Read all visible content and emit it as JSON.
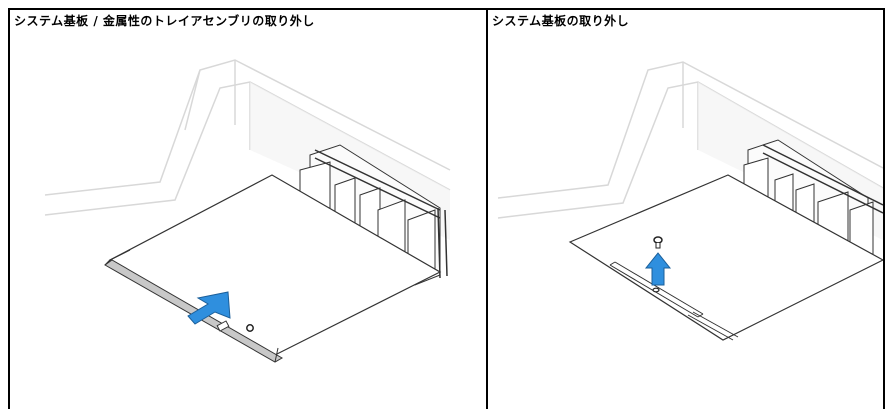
{
  "left_panel": {
    "title": "システム基板 / 金属性のトレイアセンブリの取り外し",
    "illustration": "system-board-tray-removal-illustration",
    "arrow_color": "#2f8fde"
  },
  "right_panel": {
    "title": "システム基板の取り外し",
    "illustration": "system-board-screw-removal-illustration",
    "arrow_color": "#2f8fde"
  }
}
